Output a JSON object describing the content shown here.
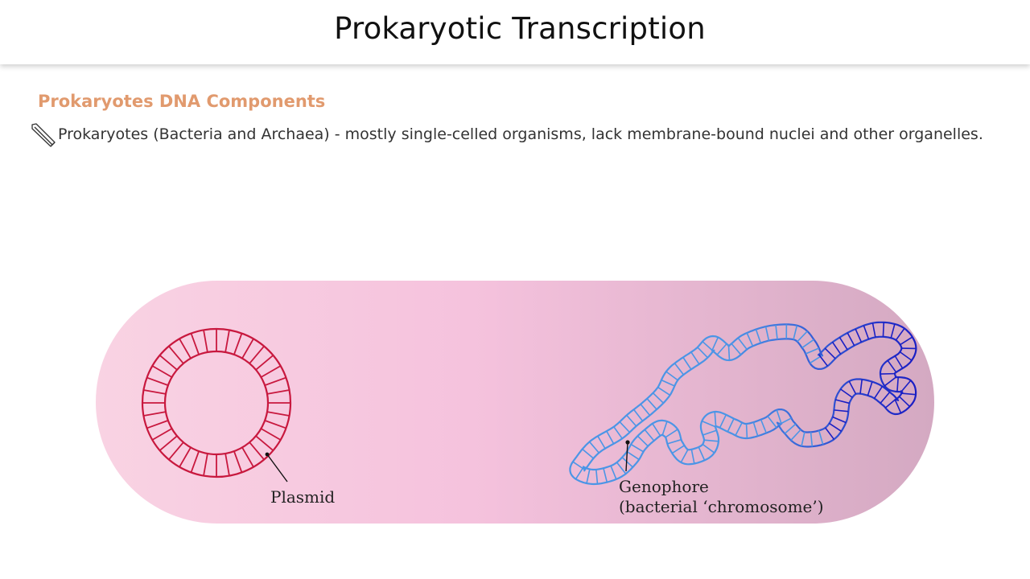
{
  "slide": {
    "title": "Prokaryotic Transcription",
    "section_heading": "Prokaryotes DNA Components",
    "bullet": {
      "icon": "pencil-icon",
      "text": "Prokaryotes (Bacteria and Archaea) - mostly single-celled organisms, lack membrane-bound nuclei and other organelles."
    }
  },
  "diagram": {
    "plasmid_label": "Plasmid",
    "genophore_label_line1": "Genophore",
    "genophore_label_line2": "(bacterial ‘chromosome’)",
    "colors": {
      "cell_left": "#f9d3e3",
      "cell_mid": "#f5c2dd",
      "cell_right": "#d4a9c2",
      "plasmid": "#c8183e",
      "genophore_light": "#4b95e6",
      "genophore_dark": "#1a1fc4"
    }
  }
}
